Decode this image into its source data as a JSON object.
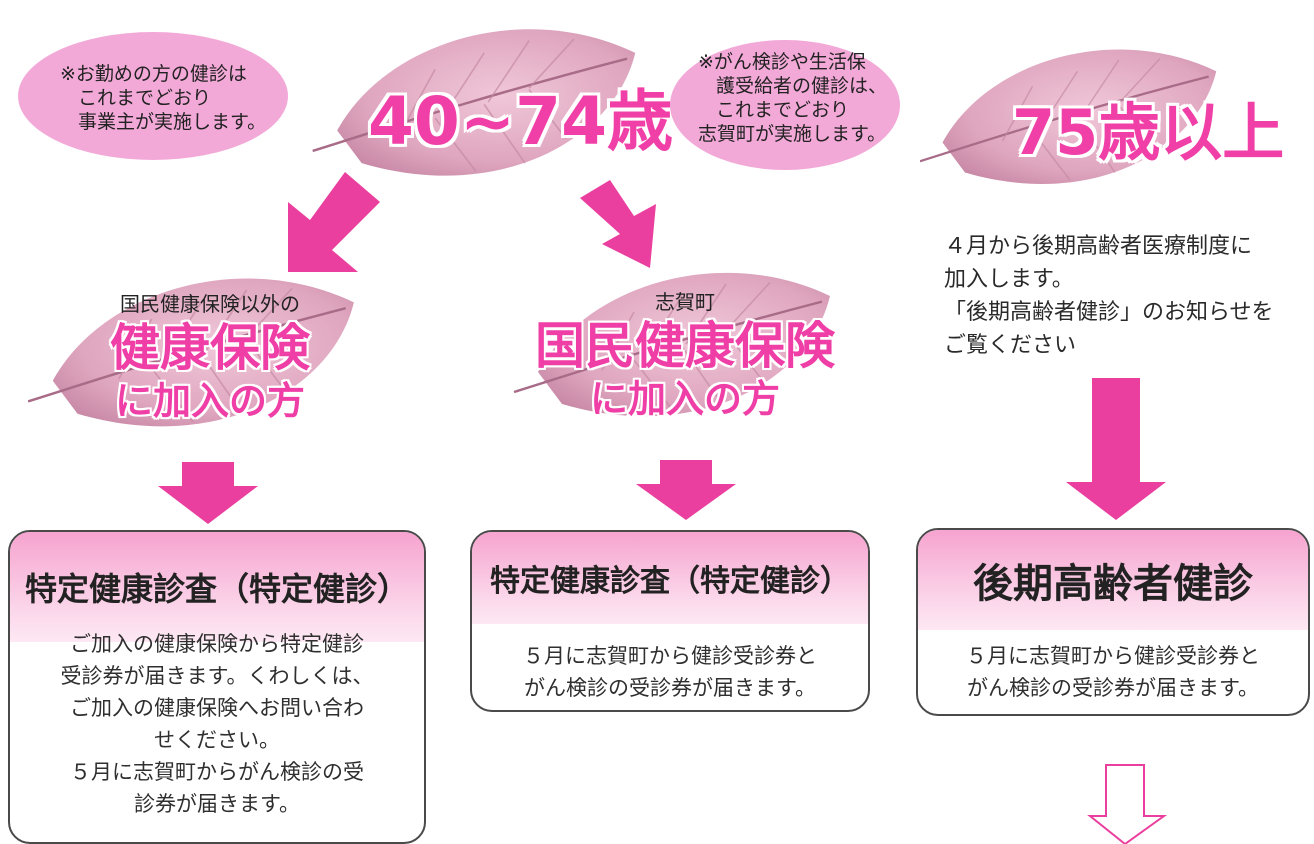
{
  "colors": {
    "accent_pink": "#ef3fa7",
    "bubble_pink": "#f3a9d8",
    "card_header_pink": "#f6a3cf",
    "leaf_pink": "#e9b7cc"
  },
  "top": {
    "bubble_left": [
      "※お勤めの方の健診は",
      "これまでどおり",
      "事業主が実施します。"
    ],
    "age_40_74": "40~74歳",
    "bubble_mid": [
      "※がん検診や生活保",
      "護受給者の健診は、",
      "これまでどおり",
      "志賀町が実施します。"
    ],
    "age_75": "75歳以上"
  },
  "branch_left": {
    "small": "国民健康保険以外の",
    "big": "健康保険",
    "sub": "に加入の方"
  },
  "branch_mid": {
    "small": "志賀町",
    "big": "国民健康保険",
    "sub": "に加入の方"
  },
  "branch_right": {
    "lines": [
      "４月から後期高齢者医療制度に",
      "加入します。",
      "「後期高齢者健診」のお知らせを",
      "ご覧ください"
    ]
  },
  "cards": {
    "left": {
      "title": "特定健康診査（特定健診）",
      "body": [
        "ご加入の健康保険から特定健診",
        "受診券が届きます。くわしくは、",
        "ご加入の健康保険へお問い合わ",
        "せください。",
        "５月に志賀町からがん検診の受",
        "診券が届きます。"
      ]
    },
    "mid": {
      "title": "特定健康診査（特定健診）",
      "body": [
        "５月に志賀町から健診受診券と",
        "がん検診の受診券が届きます。"
      ]
    },
    "right": {
      "title": "後期高齢者健診",
      "body": [
        "５月に志賀町から健診受診券と",
        "がん検診の受診券が届きます。"
      ]
    }
  }
}
